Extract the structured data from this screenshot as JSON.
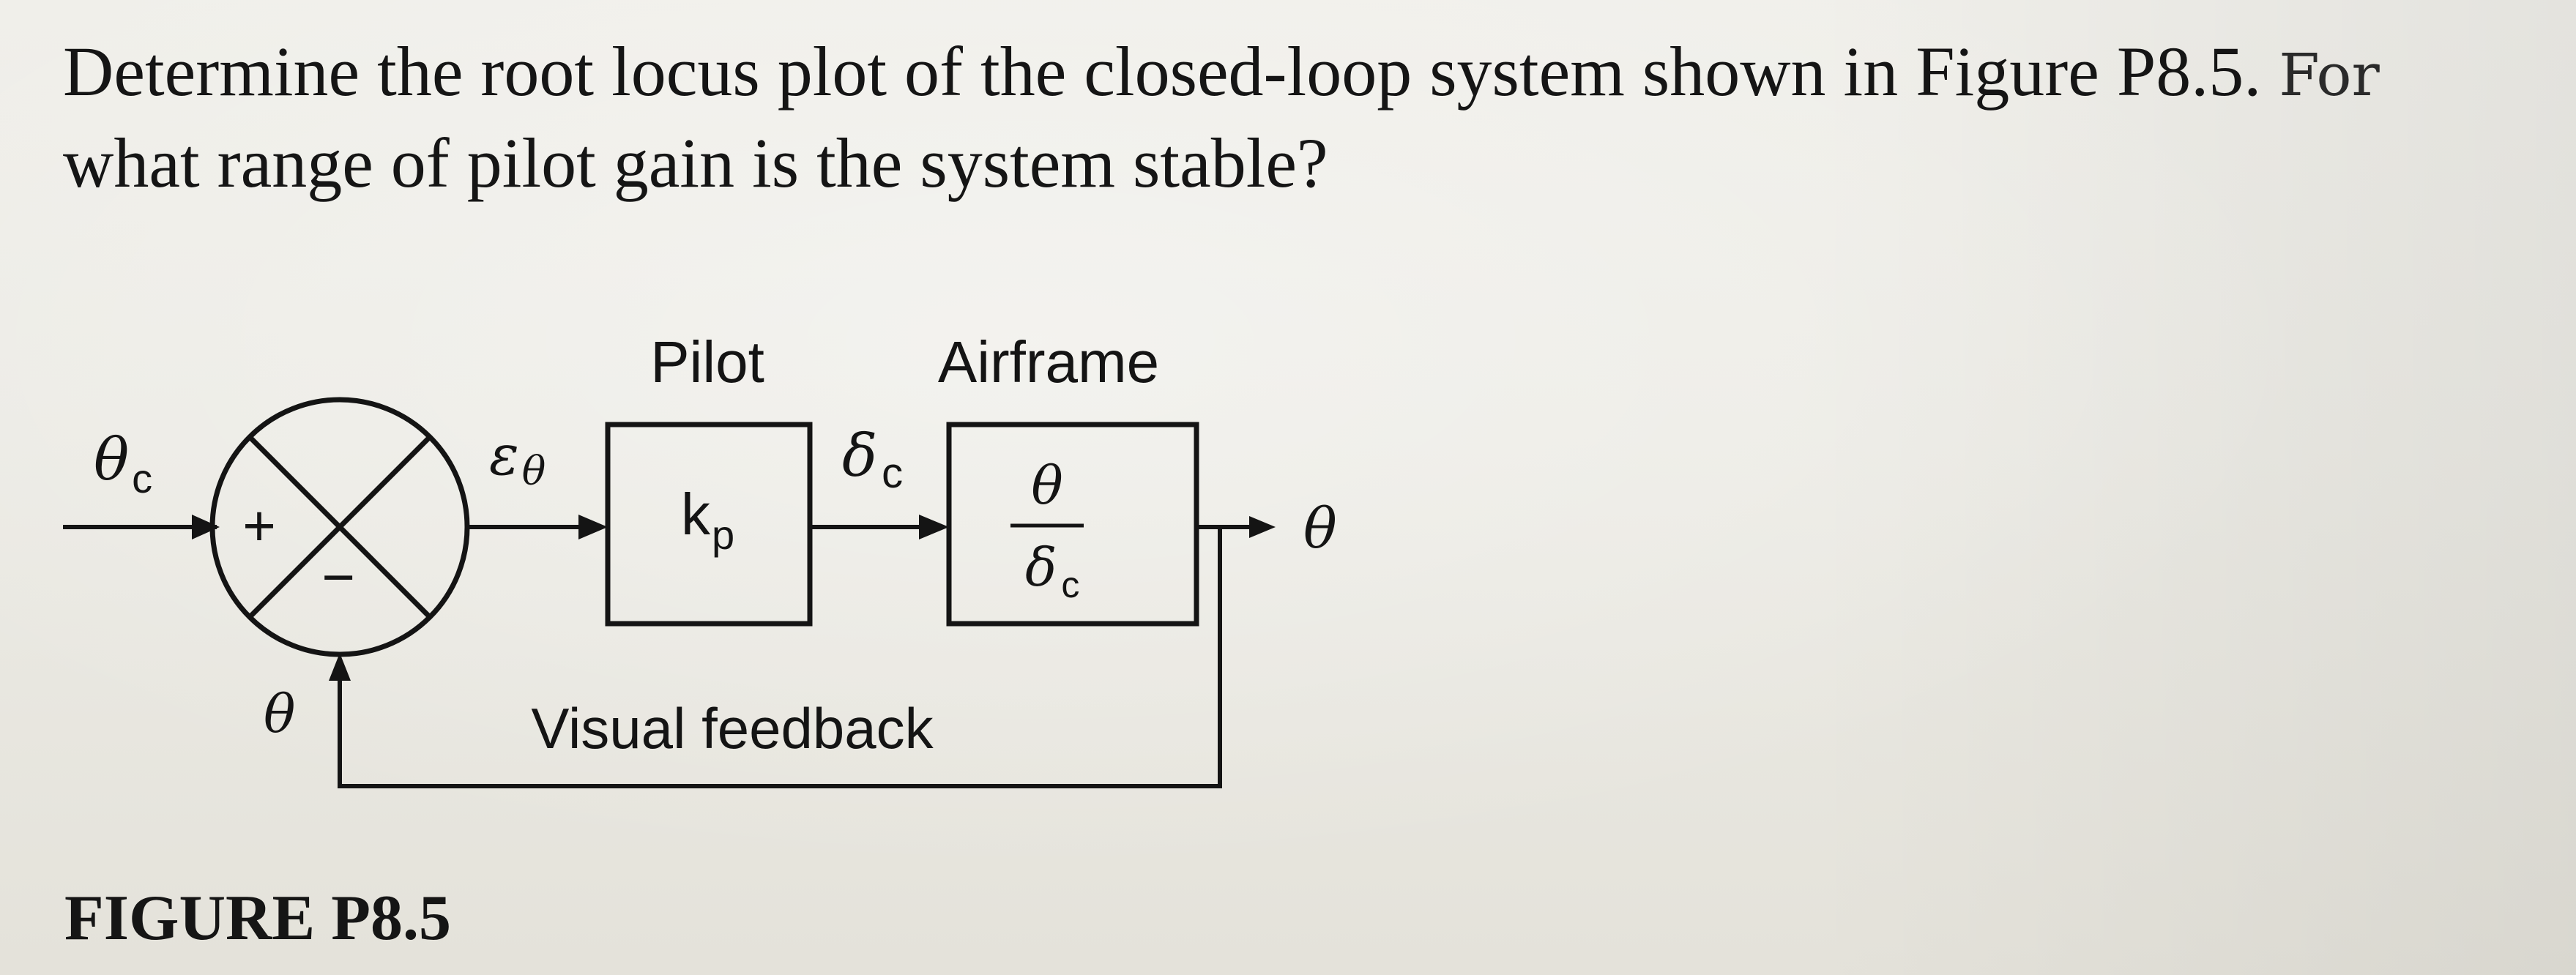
{
  "problem": {
    "line1": "Determine the root locus plot of the closed-loop system shown in Figure P8.5.",
    "line1_tail": "For",
    "line2": "what range of pilot gain is the system stable?"
  },
  "figure_caption": "FIGURE P8.5",
  "diagram": {
    "input_symbol": "θ",
    "input_subscript": "c",
    "plus_sign": "+",
    "minus_sign": "−",
    "feedback_symbol": "θ",
    "error_symbol": "ε",
    "error_subscript": "θ",
    "pilot_label": "Pilot",
    "pilot_block_text": "k",
    "pilot_block_subscript": "p",
    "command_symbol": "δ",
    "command_subscript": "c",
    "airframe_label": "Airframe",
    "airframe_numerator": "θ",
    "airframe_denominator": "δ",
    "airframe_denominator_subscript": "c",
    "output_symbol": "θ",
    "feedback_label": "Visual feedback"
  },
  "colors": {
    "ink": "#141414",
    "paper": "#eeede8"
  }
}
